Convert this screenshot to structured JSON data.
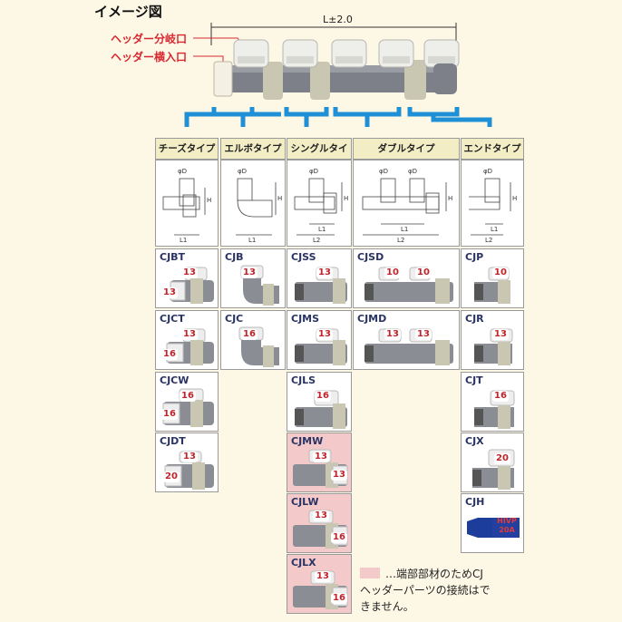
{
  "title": "イメージ図",
  "dimension_label": "L±2.0",
  "callouts": {
    "branch": "ヘッダー分岐口",
    "inlet": "ヘッダー横入口"
  },
  "columns": [
    {
      "label": "チーズタイプ"
    },
    {
      "label": "エルボタイプ"
    },
    {
      "label": "シングルタイプ"
    },
    {
      "label": "ダブルタイプ"
    },
    {
      "label": "エンドタイプ"
    }
  ],
  "dim_labels": {
    "phiD": "φD",
    "H": "H",
    "L1": "L1",
    "L2": "L2"
  },
  "products": {
    "CJBT": {
      "code": "CJBT",
      "n1": "13",
      "n2": "13"
    },
    "CJCT": {
      "code": "CJCT",
      "n1": "13",
      "n2": "16"
    },
    "CJCW": {
      "code": "CJCW",
      "n1": "16",
      "n2": "16"
    },
    "CJDT": {
      "code": "CJDT",
      "n1": "13",
      "n2": "20"
    },
    "CJB": {
      "code": "CJB",
      "n1": "13"
    },
    "CJC": {
      "code": "CJC",
      "n1": "16"
    },
    "CJSS": {
      "code": "CJSS",
      "n1": "13"
    },
    "CJMS": {
      "code": "CJMS",
      "n1": "13"
    },
    "CJLS": {
      "code": "CJLS",
      "n1": "16"
    },
    "CJMW": {
      "code": "CJMW",
      "n1": "13",
      "n2": "13"
    },
    "CJLW": {
      "code": "CJLW",
      "n1": "13",
      "n2": "16"
    },
    "CJLX": {
      "code": "CJLX",
      "n1": "13",
      "n2": "16"
    },
    "CJSD": {
      "code": "CJSD",
      "n1": "10",
      "n2": "10"
    },
    "CJMD": {
      "code": "CJMD",
      "n1": "13",
      "n2": "13"
    },
    "CJP": {
      "code": "CJP",
      "n1": "10"
    },
    "CJR": {
      "code": "CJR",
      "n1": "13"
    },
    "CJT": {
      "code": "CJT",
      "n1": "16"
    },
    "CJX": {
      "code": "CJX",
      "n1": "20"
    },
    "CJH": {
      "code": "CJH",
      "tag1": "HIVP",
      "tag2": "20A"
    }
  },
  "legend": {
    "line1": "…端部部材のためCJ",
    "line2": "ヘッダーパーツの接続はで",
    "line3": "きません。"
  },
  "colors": {
    "pink": "#f4c9c9",
    "blue_bracket": "#1f8fd6",
    "code_text": "#2a3464",
    "number_text": "#c0242a"
  }
}
